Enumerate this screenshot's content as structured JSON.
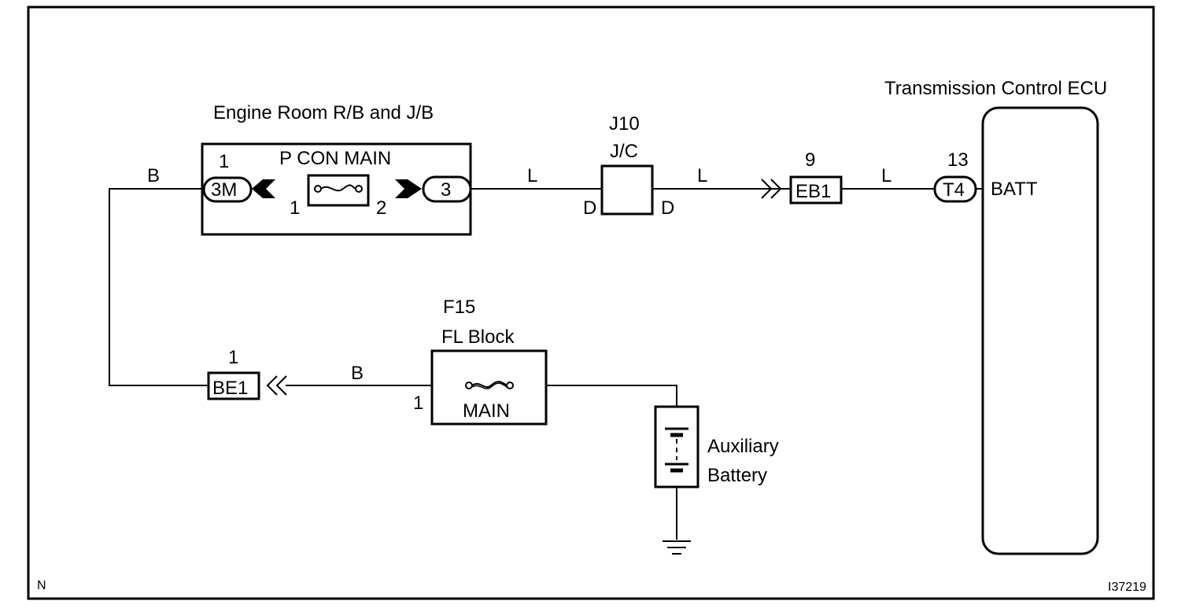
{
  "figure_id": "I37219",
  "corner_note": "N",
  "components": {
    "engine_room_rb": {
      "title": "Engine Room R/B and J/B",
      "fuse_label": "P CON MAIN",
      "connector_left": "3M",
      "connector_left_pin": "1",
      "connector_right": "3",
      "fuse_pin_left": "1",
      "fuse_pin_right": "2"
    },
    "junction": {
      "id": "J10",
      "type": "J/C",
      "pin_left": "D",
      "pin_right": "D"
    },
    "connector_eb1": {
      "label": "EB1",
      "pin": "9"
    },
    "ecu": {
      "title": "Transmission Control ECU",
      "connector": "T4",
      "pin": "13",
      "terminal": "BATT"
    },
    "fl_block": {
      "id": "F15",
      "title": "FL Block",
      "fuse_label": "MAIN",
      "pin": "1"
    },
    "connector_be1": {
      "label": "BE1",
      "pin": "1"
    },
    "battery": {
      "label_line1": "Auxiliary",
      "label_line2": "Battery"
    }
  },
  "wire_colors": {
    "left_vertical": "B",
    "rb_to_jc": "L",
    "jc_to_eb1": "L",
    "eb1_to_ecu": "L",
    "be1_to_fl": "B"
  }
}
